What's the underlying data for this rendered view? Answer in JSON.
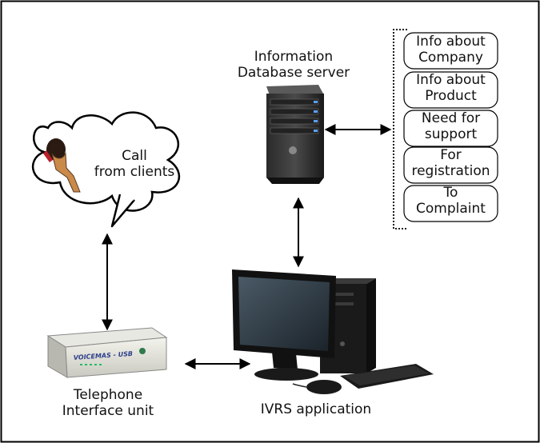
{
  "server": {
    "label_line1": "Information",
    "label_line2": "Database server"
  },
  "cloud": {
    "label_line1": "Call",
    "label_line2": "from clients"
  },
  "telephone_unit": {
    "label_line1": "Telephone",
    "label_line2": "Interface unit",
    "device_brand": "VOICEMAS - USB"
  },
  "ivrs": {
    "label": "IVRS application"
  },
  "options": [
    {
      "line1": "Info about",
      "line2": "Company"
    },
    {
      "line1": "Info about",
      "line2": "Product"
    },
    {
      "line1": "Need for",
      "line2": "support"
    },
    {
      "line1": "For",
      "line2": "registration"
    },
    {
      "line1": "To",
      "line2": "Complaint"
    }
  ]
}
